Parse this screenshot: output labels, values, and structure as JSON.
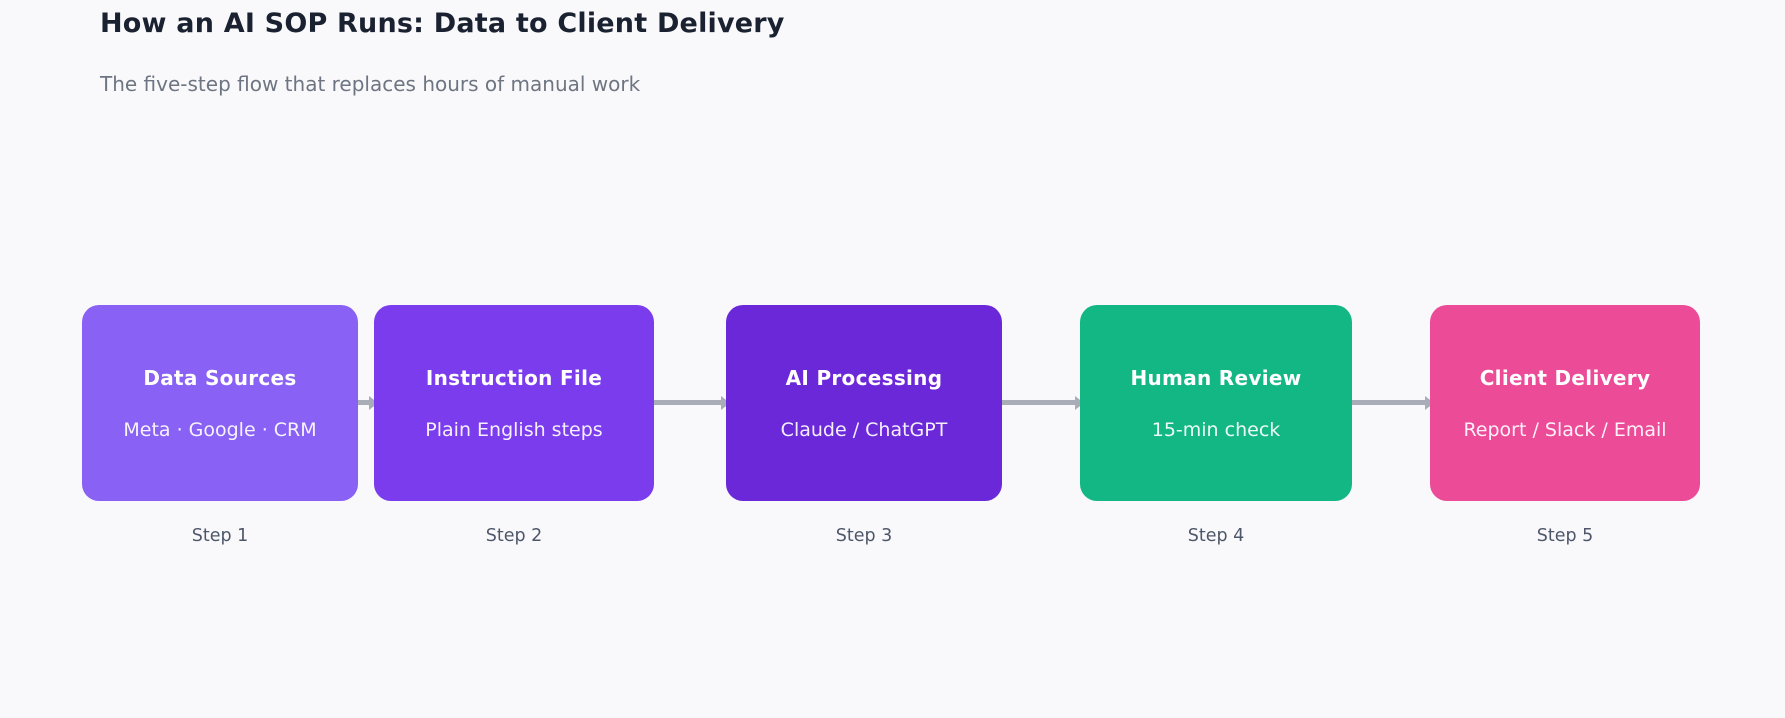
{
  "header": {
    "title": "How an AI SOP Runs: Data to Client Delivery",
    "subtitle": "The five-step flow that replaces hours of manual work"
  },
  "connector_color": "#a8adb7",
  "steps": [
    {
      "title": "Data Sources",
      "subtitle": "Meta · Google · CRM",
      "label": "Step 1",
      "color": "#8961f4"
    },
    {
      "title": "Instruction File",
      "subtitle": "Plain English steps",
      "label": "Step 2",
      "color": "#7a3ced"
    },
    {
      "title": "AI Processing",
      "subtitle": "Claude / ChatGPT",
      "label": "Step 3",
      "color": "#6b28d9"
    },
    {
      "title": "Human Review",
      "subtitle": "15-min check",
      "label": "Step 4",
      "color": "#13b784"
    },
    {
      "title": "Client Delivery",
      "subtitle": "Report / Slack / Email",
      "label": "Step 5",
      "color": "#ec4b98"
    }
  ]
}
